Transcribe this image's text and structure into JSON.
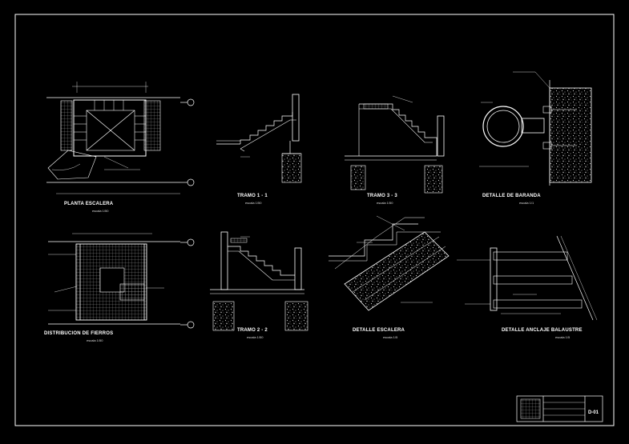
{
  "colors": {
    "background": "#000000",
    "line": "#ffffff",
    "accent": "#00e5ff"
  },
  "sheet": {
    "code": "D-01"
  },
  "views": [
    {
      "id": "plan",
      "title": "PLANTA ESCALERA",
      "scale": "escala 1/50"
    },
    {
      "id": "t11",
      "title": "TRAMO 1 - 1",
      "scale": "escala 1/50"
    },
    {
      "id": "t33",
      "title": "TRAMO 3 - 3",
      "scale": "escala 1/50"
    },
    {
      "id": "rail",
      "title": "DETALLE DE BARANDA",
      "scale": "escala 1/1"
    },
    {
      "id": "dist",
      "title": "DISTRIBUCION DE FIERROS",
      "scale": "escala 1/50"
    },
    {
      "id": "t22",
      "title": "TRAMO 2 - 2",
      "scale": "escala 1/50"
    },
    {
      "id": "stair",
      "title": "DETALLE ESCALERA",
      "scale": "escala 1/5"
    },
    {
      "id": "anchor",
      "title": "DETALLE ANCLAJE BALAUSTRE",
      "scale": "escala 1/5"
    }
  ]
}
